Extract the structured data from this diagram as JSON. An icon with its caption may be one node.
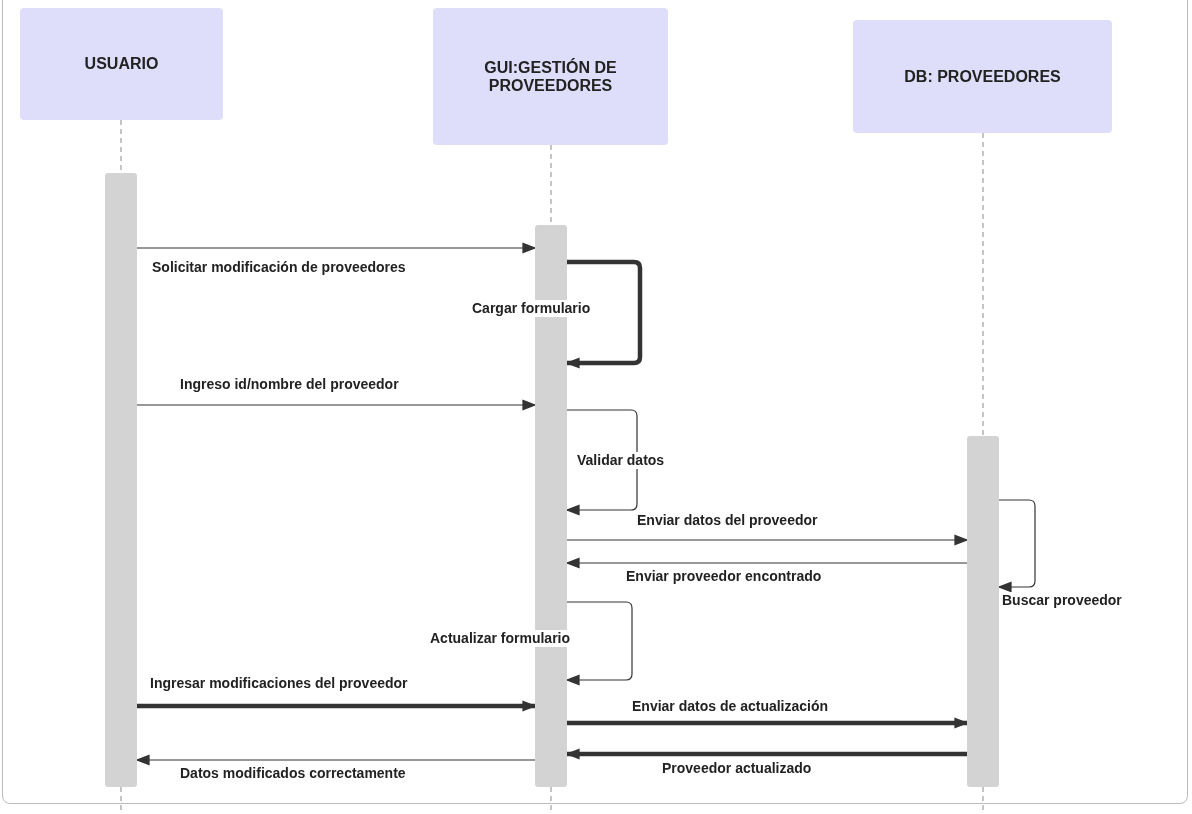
{
  "diagram": {
    "nodes": [
      {
        "text": [
          "USUARIO"
        ]
      },
      {
        "text": [
          "GUI:GESTIÓN DE PROVEEDORES"
        ]
      },
      {
        "text": [
          "DB: PROVEEDORES"
        ]
      },
      {
        "text": [],
        "shape": "bar"
      },
      {
        "text": [],
        "shape": "bar"
      },
      {
        "text": [],
        "shape": "bar"
      }
    ],
    "edges": [
      {
        "from": 0,
        "to": 3,
        "arrow": "none",
        "style": "dashed",
        "color": "#9e9e9e"
      },
      {
        "from": 1,
        "to": 4,
        "arrow": "none",
        "style": "dashed",
        "color": "#9e9e9e"
      },
      {
        "from": 2,
        "to": 5,
        "arrow": "none",
        "style": "dashed",
        "color": "#9e9e9e"
      },
      {
        "from": 3,
        "to": 4,
        "arrow": "to",
        "label": "Solicitar modificación de proveedores"
      },
      {
        "from": 4,
        "to": 4,
        "arrow": "to",
        "label": "Cargar formulario",
        "style": "thick"
      },
      {
        "from": 3,
        "to": 4,
        "arrow": "to",
        "label": "Ingreso id/nombre del proveedor"
      },
      {
        "from": 4,
        "to": 4,
        "arrow": "to",
        "label": "Validar datos"
      },
      {
        "from": 4,
        "to": 5,
        "arrow": "to",
        "label": "Enviar datos del proveedor"
      },
      {
        "from": 5,
        "to": 4,
        "arrow": "to",
        "label": "Enviar proveedor encontrado"
      },
      {
        "from": 5,
        "to": 5,
        "arrow": "to",
        "label": "Buscar proveedor"
      },
      {
        "from": 4,
        "to": 4,
        "arrow": "to",
        "label": "Actualizar formulario"
      },
      {
        "from": 3,
        "to": 4,
        "arrow": "to",
        "label": "Ingresar modificaciones del proveedor",
        "style": "thick"
      },
      {
        "from": 4,
        "to": 5,
        "arrow": "to",
        "label": "Enviar datos de actualización",
        "style": "thick"
      },
      {
        "from": 5,
        "to": 4,
        "arrow": "to",
        "label": "Proveedor actualizado",
        "style": "thick"
      },
      {
        "from": 4,
        "to": 3,
        "arrow": "to",
        "label": "Datos modificados correctamente"
      }
    ]
  }
}
